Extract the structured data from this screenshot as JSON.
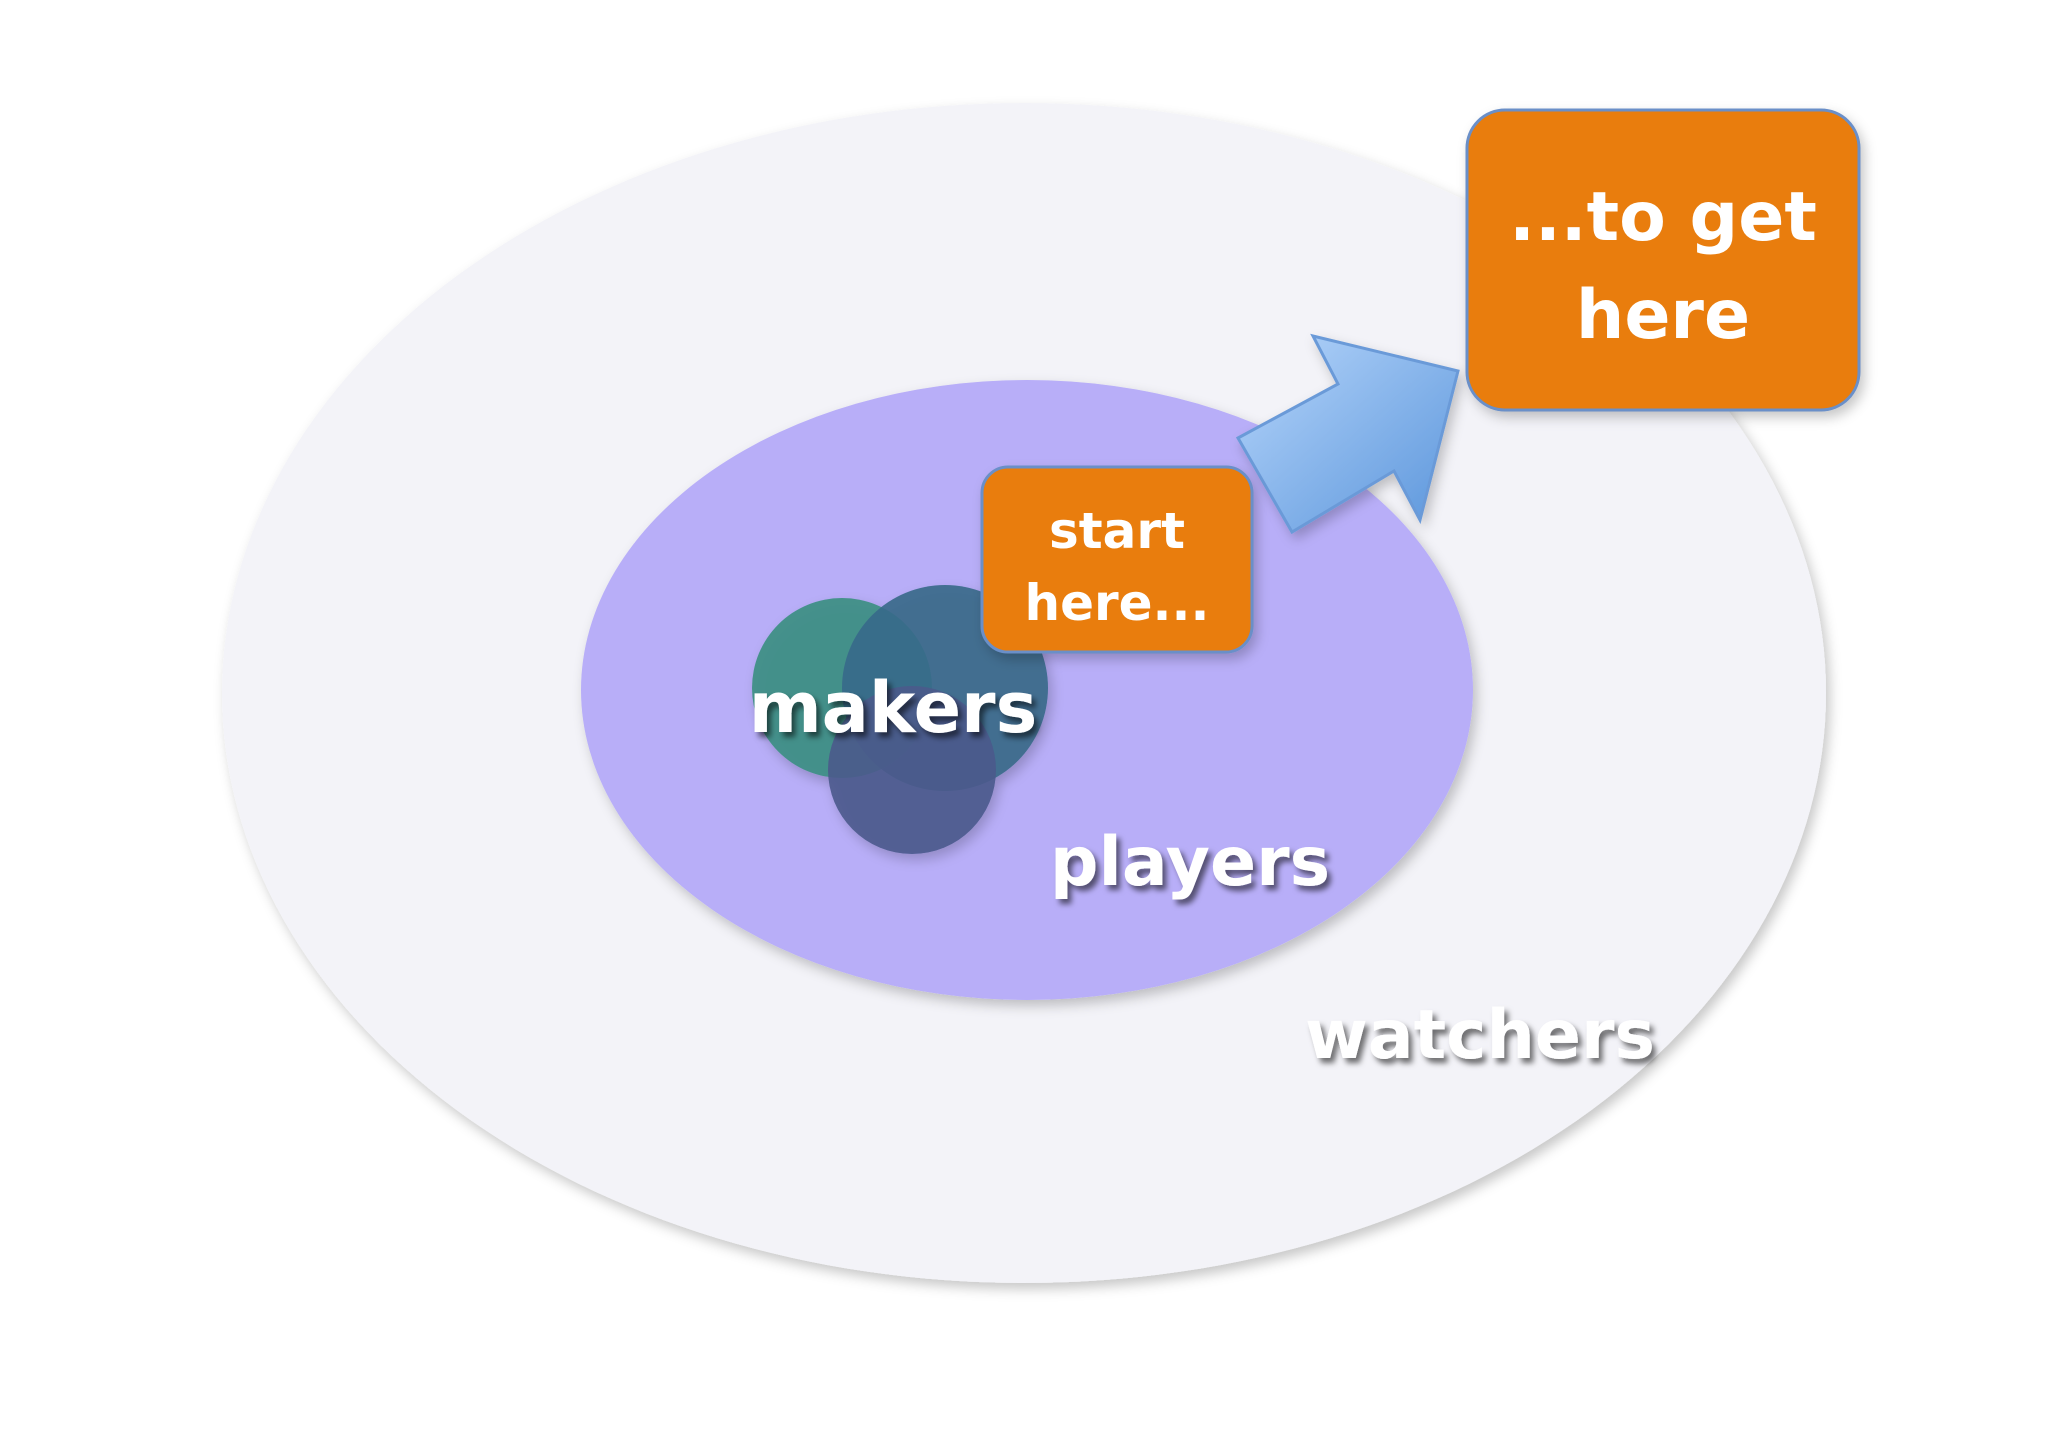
{
  "labels": {
    "watchers": "watchers",
    "players": "players",
    "makers": "makers",
    "start_line1": "start",
    "start_line2": "here...",
    "goal_line1": "...to get",
    "goal_line2": "here"
  },
  "colors": {
    "watchers_fill": "#f3f3f8",
    "players_fill": "#b8aef8",
    "maker_teal": "#3f8f86",
    "maker_blue": "#3a6a8a",
    "maker_indigo": "#4a5a8c",
    "box_orange": "#e97d07",
    "box_border": "#6a8fc8",
    "arrow_light": "#a9ccf8",
    "arrow_dark": "#5b97dc",
    "label_white": "#ffffff"
  }
}
